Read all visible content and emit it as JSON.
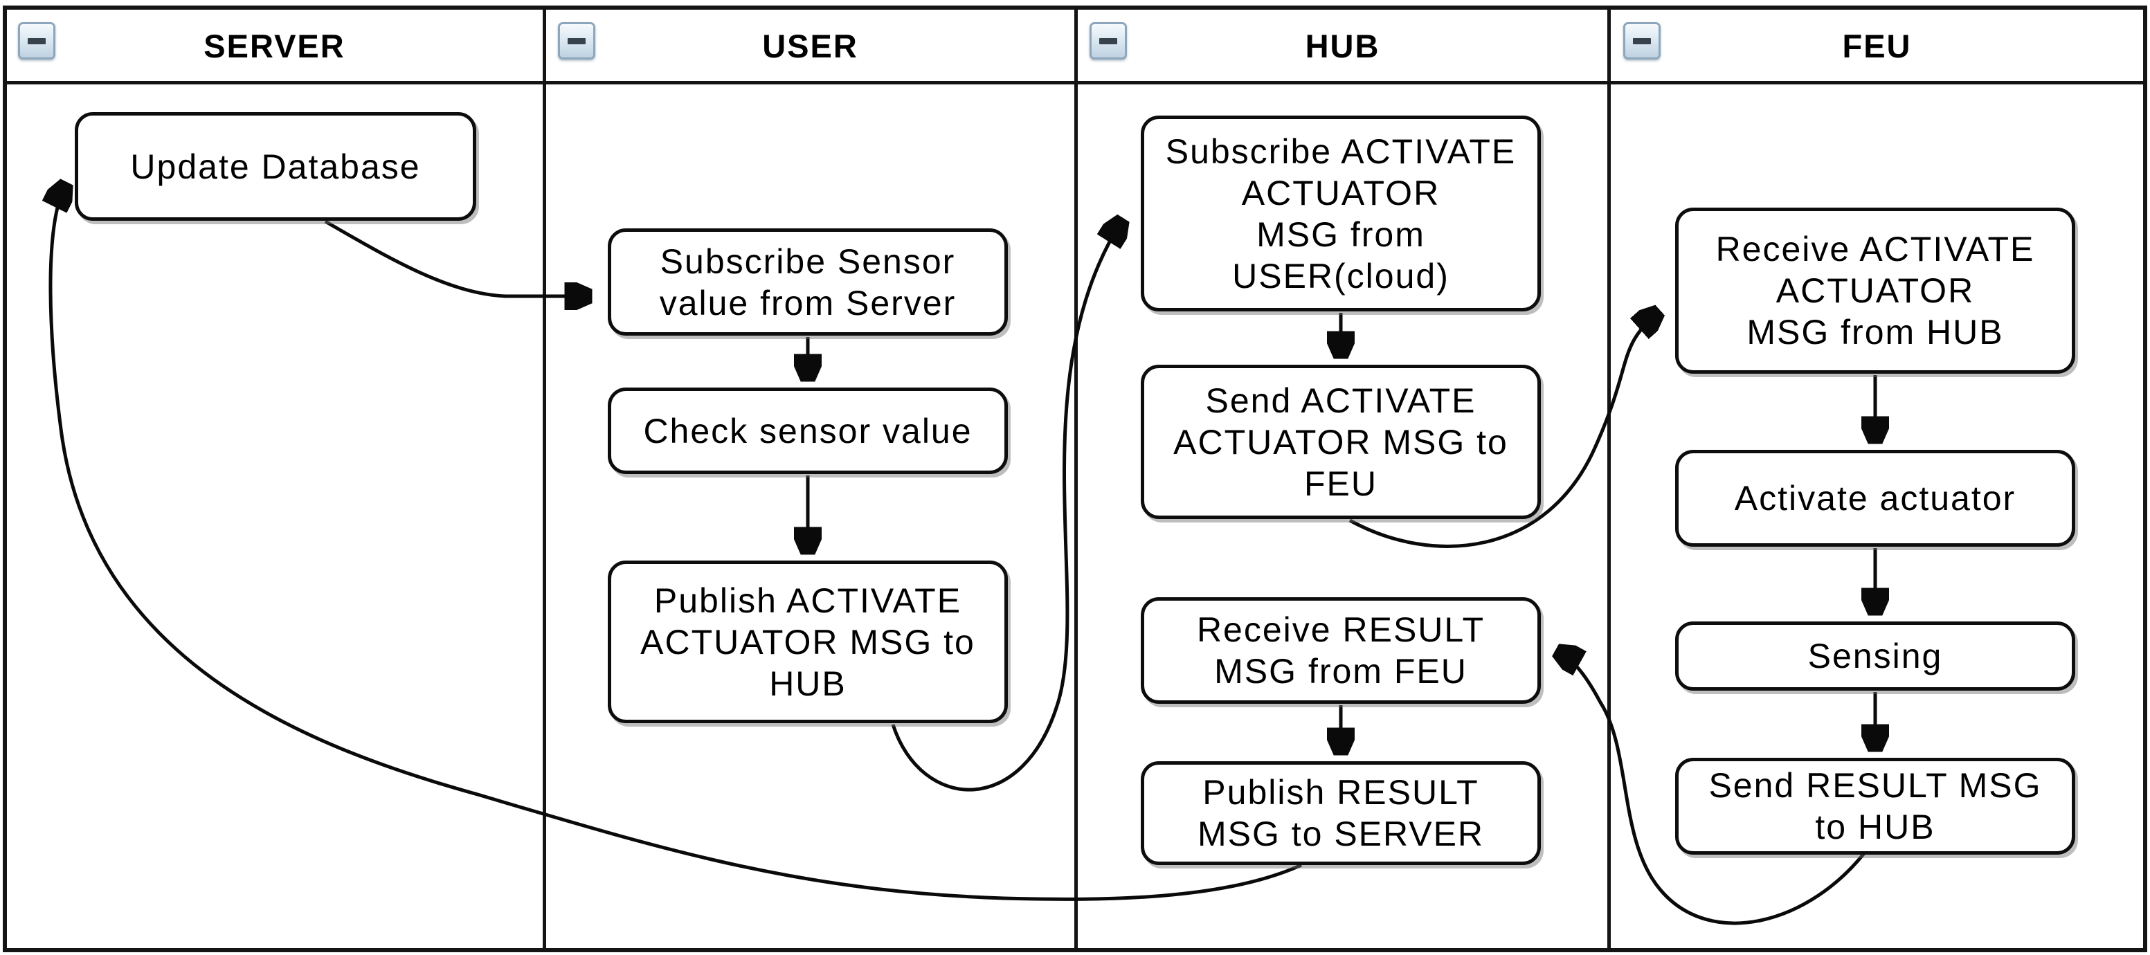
{
  "diagram": {
    "type": "swimlane-flowchart",
    "lanes": [
      {
        "id": "server",
        "title": "SERVER",
        "icon": "minus-icon",
        "nodes": [
          {
            "id": "update-database",
            "label": "Update Database"
          }
        ]
      },
      {
        "id": "user",
        "title": "USER",
        "icon": "minus-icon",
        "nodes": [
          {
            "id": "subscribe-sensor",
            "label": "Subscribe Sensor\nvalue from Server"
          },
          {
            "id": "check-sensor",
            "label": "Check sensor value"
          },
          {
            "id": "publish-activate",
            "label": "Publish ACTIVATE\nACTUATOR MSG to\nHUB"
          }
        ]
      },
      {
        "id": "hub",
        "title": "HUB",
        "icon": "minus-icon",
        "nodes": [
          {
            "id": "subscribe-activate",
            "label": "Subscribe ACTIVATE\nACTUATOR\nMSG from\nUSER(cloud)"
          },
          {
            "id": "send-activate",
            "label": "Send ACTIVATE\nACTUATOR MSG to\nFEU"
          },
          {
            "id": "receive-result",
            "label": "Receive RESULT\nMSG from FEU"
          },
          {
            "id": "publish-result",
            "label": "Publish RESULT\nMSG to SERVER"
          }
        ]
      },
      {
        "id": "feu",
        "title": "FEU",
        "icon": "minus-icon",
        "nodes": [
          {
            "id": "receive-activate",
            "label": "Receive ACTIVATE\nACTUATOR\nMSG from HUB"
          },
          {
            "id": "activate-actuator",
            "label": "Activate actuator"
          },
          {
            "id": "sensing",
            "label": "Sensing"
          },
          {
            "id": "send-result",
            "label": "Send RESULT MSG\nto HUB"
          }
        ]
      }
    ],
    "connections": [
      {
        "from": "update-database",
        "to": "subscribe-sensor"
      },
      {
        "from": "subscribe-sensor",
        "to": "check-sensor"
      },
      {
        "from": "check-sensor",
        "to": "publish-activate"
      },
      {
        "from": "publish-activate",
        "to": "subscribe-activate"
      },
      {
        "from": "subscribe-activate",
        "to": "send-activate"
      },
      {
        "from": "send-activate",
        "to": "receive-activate"
      },
      {
        "from": "receive-activate",
        "to": "activate-actuator"
      },
      {
        "from": "activate-actuator",
        "to": "sensing"
      },
      {
        "from": "sensing",
        "to": "send-result"
      },
      {
        "from": "send-result",
        "to": "receive-result"
      },
      {
        "from": "receive-result",
        "to": "publish-result"
      },
      {
        "from": "publish-result",
        "to": "update-database"
      }
    ],
    "colors": {
      "line": "#0a0a0a",
      "node_fill": "#ffffff",
      "node_border": "#0d0d0d",
      "collapse_button_border": "#8ea6bc",
      "collapse_button_fill": "#dde9f2",
      "collapse_glyph": "#38424c"
    }
  }
}
